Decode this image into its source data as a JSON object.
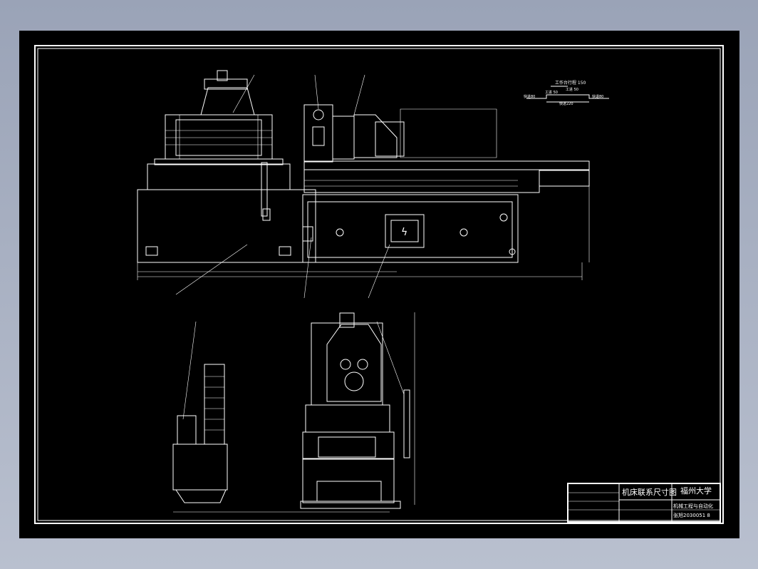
{
  "title_block": {
    "drawing_title": "机床联系尺寸图",
    "university": "福州大学",
    "line1": "机械工程与自动化",
    "line2": "张旭2030051 8"
  },
  "labels": {
    "travel_top": "工作台行程 150",
    "travel_work": "工进 50",
    "fast_fwd": "快进80",
    "fast_back": "快退80",
    "total": "快进220"
  },
  "colors": {
    "background": "#000000",
    "lines": "#ffffff",
    "viewer": "#a7b0c3"
  }
}
